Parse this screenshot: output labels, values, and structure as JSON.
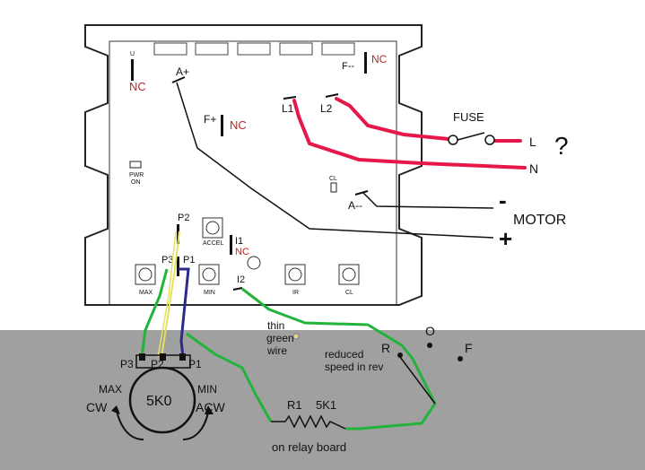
{
  "board": {
    "terminals": {
      "u": "U",
      "nc_top_left": "NC",
      "a_plus": "A+",
      "f_minus": "F--",
      "nc_top_right": "NC",
      "f_plus": "F+",
      "nc_mid": "NC",
      "l1": "L1",
      "l2": "L2",
      "pwr_on_1": "PWR",
      "pwr_on_2": "ON",
      "cl_small": "CL",
      "a_minus": "A--",
      "p2": "P2",
      "accel": "ACCEL",
      "i1": "I1",
      "nc_i1": "NC",
      "p3": "P3",
      "p1": "P1",
      "i2": "I2",
      "max": "MAX",
      "min": "MIN",
      "ir": "IR",
      "cl": "CL"
    }
  },
  "external": {
    "fuse": "FUSE",
    "line_l": "L",
    "line_n": "N",
    "question": "?",
    "motor_minus": "-",
    "motor": "MOTOR",
    "motor_plus": "+",
    "pot_p3": "P3",
    "pot_p2": "P2",
    "pot_p1": "P1",
    "pot_max": "MAX",
    "pot_min": "MIN",
    "pot_cw": "CW",
    "pot_acw": "ACW",
    "pot_value": "5K0",
    "thin_green_wire_1": "thin",
    "thin_green_wire_2": "green",
    "thin_green_wire_3": "wire",
    "reduced_1": "reduced",
    "reduced_2": "speed in rev",
    "switch_r": "R",
    "switch_o": "O",
    "switch_f": "F",
    "r1": "R1",
    "r1_value": "5K1",
    "relay_board": "on relay board"
  },
  "colors": {
    "live_wire": "#e8174a",
    "green_wire": "#22b33a",
    "yellow_wire": "#e6e060",
    "blue_wire": "#2c2a8a",
    "nc_text": "#b42a2a",
    "overlay": "#a0a0a0"
  }
}
